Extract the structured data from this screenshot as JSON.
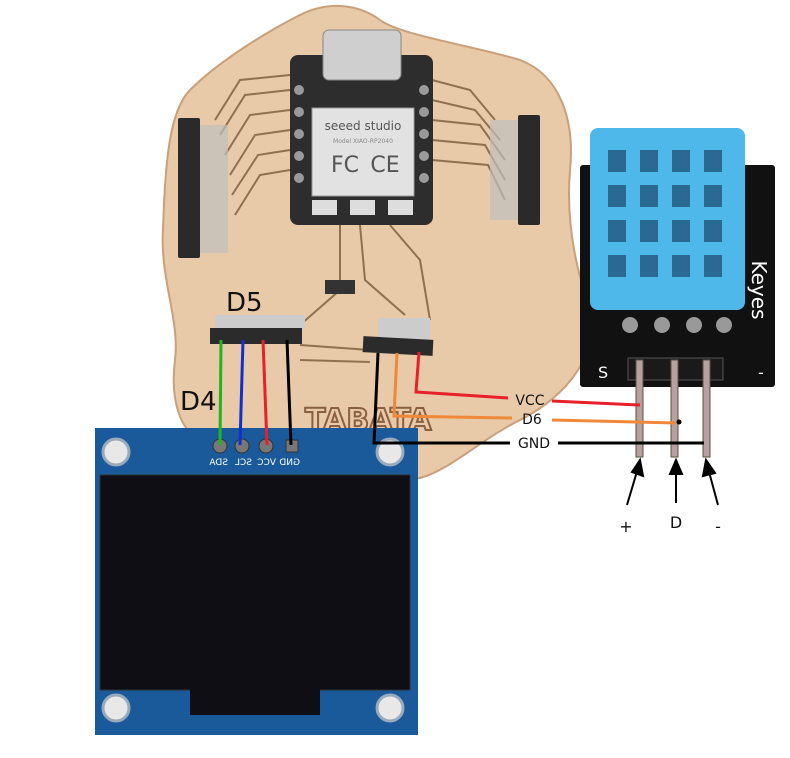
{
  "board": {
    "module_brand": "seeed studio",
    "module_model": "Model XIAO-RP2040",
    "cert_fc": "FC",
    "cert_ce": "CE",
    "engraving": "TABATA",
    "pin_labels": {
      "d5": "D5",
      "d4": "D4"
    }
  },
  "oled": {
    "pins": [
      "GND",
      "VCC",
      "SCL",
      "SDA"
    ]
  },
  "sensor": {
    "brand": "Keyes",
    "signal_mark": "S",
    "minus_mark": "-",
    "pin_labels": [
      "+",
      "D",
      "-"
    ]
  },
  "wires": {
    "vcc": "VCC",
    "d6": "D6",
    "gnd": "GND"
  },
  "colors": {
    "sda_wire": "#1db520",
    "scl_wire": "#1030d0",
    "vcc_wire": "#e8202a",
    "gnd_wire": "#000000",
    "d6_wire": "#f0883a",
    "oled_pcb": "#1a5a9a",
    "sensor_blue": "#4fb8ea",
    "pcb_copper": "#e8c9a8"
  }
}
